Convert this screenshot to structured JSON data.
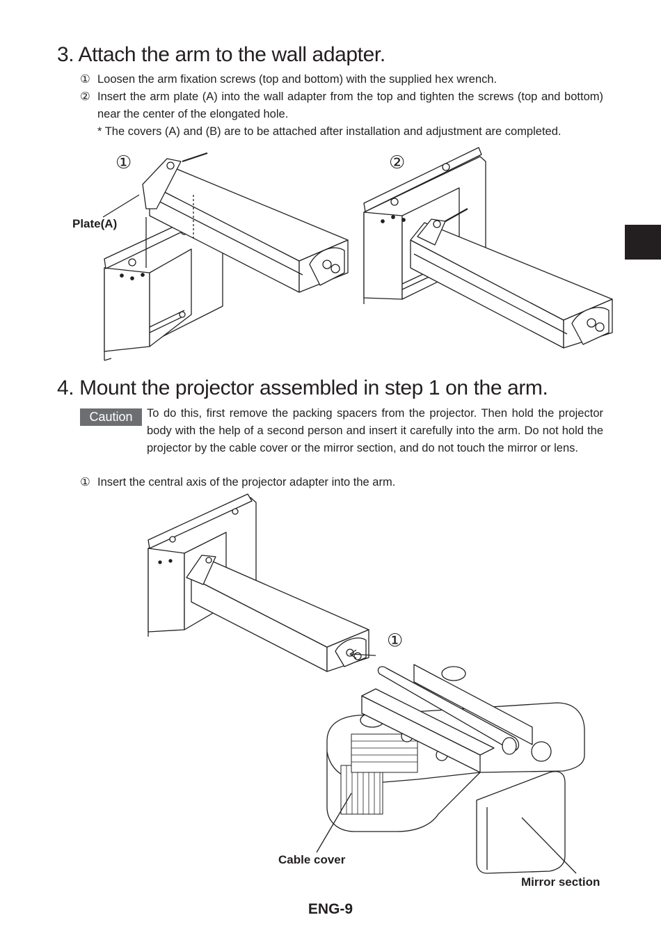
{
  "section3": {
    "heading": "3. Attach the arm to the wall adapter.",
    "steps": [
      {
        "num": "①",
        "text": "Loosen the arm fixation screws (top and bottom) with the supplied hex wrench."
      },
      {
        "num": "②",
        "text": "Insert the arm plate (A) into the wall adapter from the top and tighten the screws (top and bottom) near the center of the elongated hole."
      }
    ],
    "note": "* The covers (A) and (B) are to be attached after installation and adjustment are completed.",
    "figure": {
      "marker_1": "①",
      "marker_2": "②",
      "label_plate": "Plate(A)"
    }
  },
  "section4": {
    "heading": "4. Mount the projector assembled in step 1 on the arm.",
    "caution_label": "Caution",
    "caution_text": "To do this, first remove the packing spacers from the projector. Then hold the projector body with the help of a second person and insert it carefully into the arm. Do not hold the projector by the cable cover or the mirror section, and do not touch the mirror or lens.",
    "steps": [
      {
        "num": "①",
        "text": "Insert the central axis of the projector adapter into the arm."
      }
    ],
    "figure": {
      "marker_1": "①",
      "label_cable_cover": "Cable cover",
      "label_mirror_section": "Mirror section"
    }
  },
  "footer": {
    "page_label": "ENG-9"
  },
  "colors": {
    "ink": "#231f20",
    "caution_bg": "#6d6e71",
    "tab": "#231f20"
  }
}
